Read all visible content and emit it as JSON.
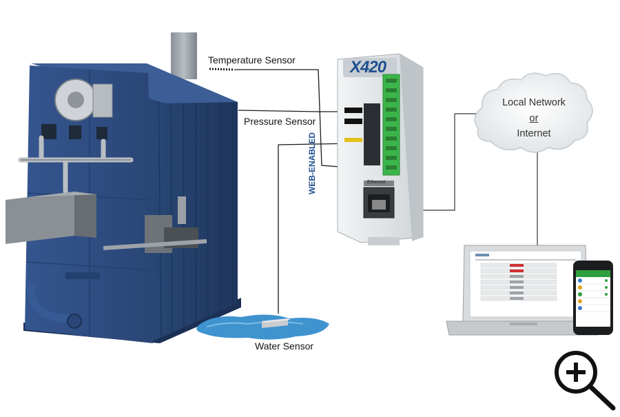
{
  "labels": {
    "temperature_sensor": "Temperature Sensor",
    "pressure_sensor": "Pressure Sensor",
    "water_sensor": "Water Sensor"
  },
  "cloud": {
    "line1": "Local Network",
    "line2": "or",
    "line3": "Internet"
  },
  "device": {
    "model": "X420",
    "side_label": "WEB-ENABLED",
    "ethernet_label": "Ethernet"
  },
  "colors": {
    "boiler": "#2f4f86",
    "device_body": "#e6e9ec",
    "terminal": "#3bb54a",
    "water": "#3f93cf",
    "screen_accent": "#2e9f3e",
    "alert_red": "#d03030"
  },
  "icons": {
    "zoom": "zoom-in-icon"
  }
}
